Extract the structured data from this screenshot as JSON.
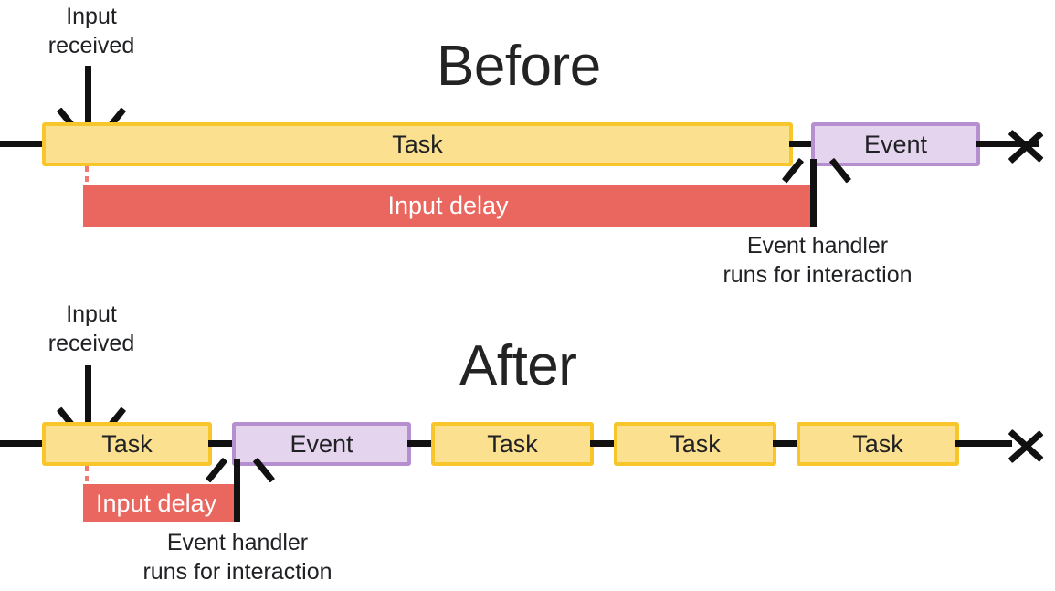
{
  "diagram": {
    "title_before": "Before",
    "title_after": "After",
    "labels": {
      "input_received": "Input\nreceived",
      "event_handler": "Event handler\nruns for interaction",
      "input_delay": "Input delay",
      "task": "Task",
      "event": "Event"
    },
    "colors": {
      "task_fill": "#FBE18F",
      "task_border": "#F8C62B",
      "event_fill": "#E4D4EE",
      "event_border": "#B58FCF",
      "input_delay": "#E9675F",
      "timeline": "#111111",
      "text": "#202124",
      "background": "#FFFFFF"
    },
    "before": {
      "title": "Before",
      "input_received_label": "Input\nreceived",
      "event_handler_label": "Event handler\nruns for interaction",
      "blocks": [
        {
          "kind": "task",
          "label": "Task"
        },
        {
          "kind": "event",
          "label": "Event"
        }
      ],
      "input_delay": {
        "label": "Input delay",
        "spans": "from input received until the event handler runs"
      }
    },
    "after": {
      "title": "After",
      "input_received_label": "Input\nreceived",
      "event_handler_label": "Event handler\nruns for interaction",
      "blocks": [
        {
          "kind": "task",
          "label": "Task"
        },
        {
          "kind": "event",
          "label": "Event"
        },
        {
          "kind": "task",
          "label": "Task"
        },
        {
          "kind": "task",
          "label": "Task"
        },
        {
          "kind": "task",
          "label": "Task"
        }
      ],
      "input_delay": {
        "label": "Input delay",
        "spans": "short, only the remainder of the first small task"
      }
    }
  }
}
